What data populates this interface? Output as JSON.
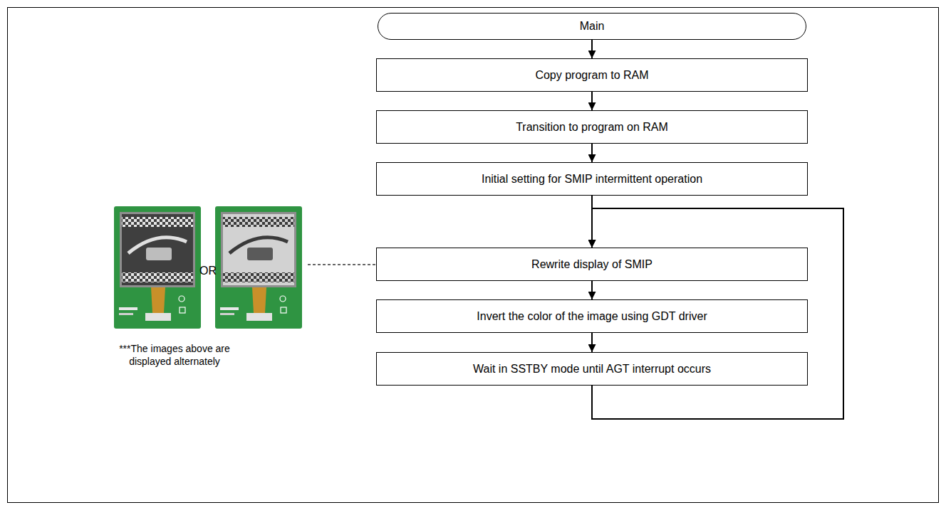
{
  "diagram": {
    "nodes": [
      {
        "text": [
          "Main"
        ]
      },
      {
        "text": [
          "Copy program to RAM"
        ]
      },
      {
        "text": [
          "Transition to program on RAM"
        ]
      },
      {
        "text": [
          "Initial setting for SMIP intermittent operation"
        ]
      },
      {
        "text": [
          "Rewrite display of SMIP"
        ]
      },
      {
        "text": [
          "Invert the color of the image using GDT driver"
        ]
      },
      {
        "text": [
          "Wait in SSTBY mode until AGT interrupt occurs"
        ]
      }
    ],
    "edges": [
      {
        "from": 0,
        "to": 1,
        "arrow": "to"
      },
      {
        "from": 1,
        "to": 2,
        "arrow": "to"
      },
      {
        "from": 2,
        "to": 3,
        "arrow": "to"
      },
      {
        "from": 3,
        "to": 4,
        "arrow": "to"
      },
      {
        "from": 4,
        "to": 5,
        "arrow": "to"
      },
      {
        "from": 5,
        "to": 6,
        "arrow": "to"
      },
      {
        "from": 6,
        "to": 4,
        "arrow": "to"
      }
    ],
    "labels": [
      "OR",
      "***The images above are displayed alternately"
    ]
  }
}
